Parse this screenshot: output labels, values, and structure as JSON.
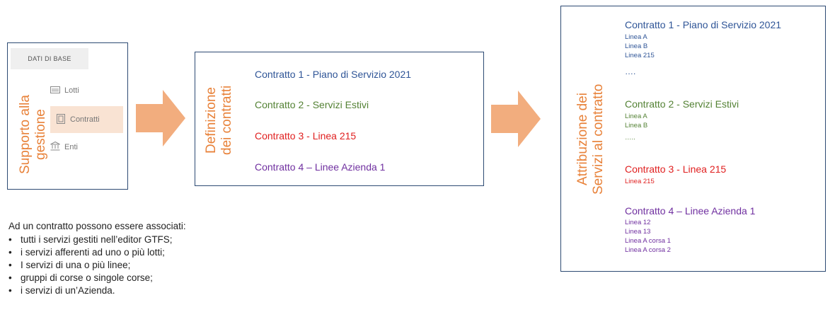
{
  "colors": {
    "orange": "#e8823a",
    "arrow": "#f2ad7e",
    "blue": "#2f5597",
    "green": "#548235",
    "red": "#e02020",
    "purple": "#7030a0",
    "border": "#2d4a73"
  },
  "panel_support": {
    "vertical_title": "Supporto alla gestione",
    "vertical_title_line1": "Supporto alla",
    "vertical_title_line2": "gestione",
    "tab_label": "DATI DI BASE",
    "menu": [
      {
        "label": "Lotti",
        "icon": "tray-icon"
      },
      {
        "label": "Contratti",
        "icon": "document-icon"
      },
      {
        "label": "Enti",
        "icon": "bank-icon"
      }
    ]
  },
  "panel_definition": {
    "vertical_title_line1": "Definizione",
    "vertical_title_line2": "dei contratti",
    "contracts": [
      {
        "label": "Contratto 1  - Piano di Servizio 2021",
        "color": "#2f5597"
      },
      {
        "label": "Contratto 2  - Servizi Estivi",
        "color": "#548235"
      },
      {
        "label": "Contratto 3  - Linea 215",
        "color": "#e02020"
      },
      {
        "label": "Contratto 4 – Linee Azienda 1",
        "color": "#7030a0"
      }
    ]
  },
  "panel_assignment": {
    "vertical_title_line1": "Attribuzione dei",
    "vertical_title_line2": "Servizi al contratto",
    "groups": [
      {
        "title": "Contratto 1  - Piano di Servizio 2021",
        "items": [
          "Linea A",
          "Linea B",
          "Linea 215"
        ],
        "more": "….",
        "color": "#2f5597"
      },
      {
        "title": "Contratto 2  - Servizi Estivi",
        "items": [
          "Linea A",
          "Linea B"
        ],
        "more": "…..",
        "color": "#548235"
      },
      {
        "title": "Contratto 3  - Linea 215",
        "items": [
          "Linea 215"
        ],
        "more": "",
        "color": "#e02020"
      },
      {
        "title": "Contratto 4 – Linee Azienda 1",
        "items": [
          "Linea 12",
          "Linea 13",
          "Linea A corsa 1",
          "Linea A corsa 2"
        ],
        "more": "",
        "color": "#7030a0"
      }
    ]
  },
  "notes": {
    "intro": "Ad un contratto possono essere associati:",
    "bullet": "•",
    "items": [
      "tutti i servizi gestiti nell’editor  GTFS;",
      "i servizi afferenti ad uno o più lotti;",
      "I servizi di una o più linee;",
      "gruppi di corse o singole corse;",
      "i servizi di un’Azienda."
    ]
  }
}
